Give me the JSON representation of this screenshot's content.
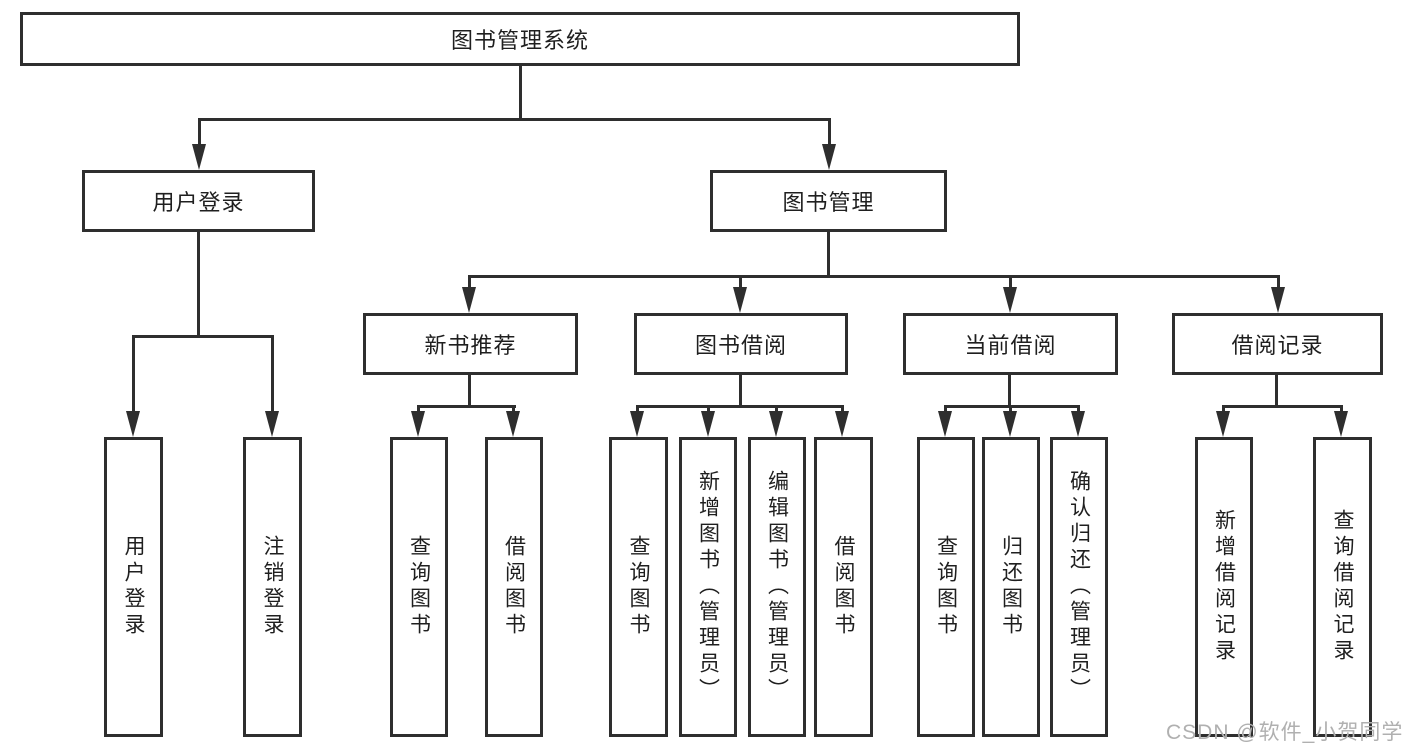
{
  "colors": {
    "line": "#2e2e2e",
    "text": "#1f1f1f",
    "watermark": "#b0b0b0"
  },
  "tree": {
    "root": "图书管理系统",
    "level2": [
      "用户登录",
      "图书管理"
    ],
    "level3": [
      "新书推荐",
      "图书借阅",
      "当前借阅",
      "借阅记录"
    ],
    "login_children": [
      "用户登录",
      "注销登录"
    ],
    "recommend_children": [
      "查询图书",
      "借阅图书"
    ],
    "borrow_children": [
      "查询图书",
      "新增图书（管理员）",
      "编辑图书（管理员）",
      "借阅图书"
    ],
    "current_children": [
      "查询图书",
      "归还图书",
      "确认归还（管理员）"
    ],
    "record_children": [
      "新增借阅记录",
      "查询借阅记录"
    ]
  },
  "watermark": "CSDN @软件_小贺同学"
}
